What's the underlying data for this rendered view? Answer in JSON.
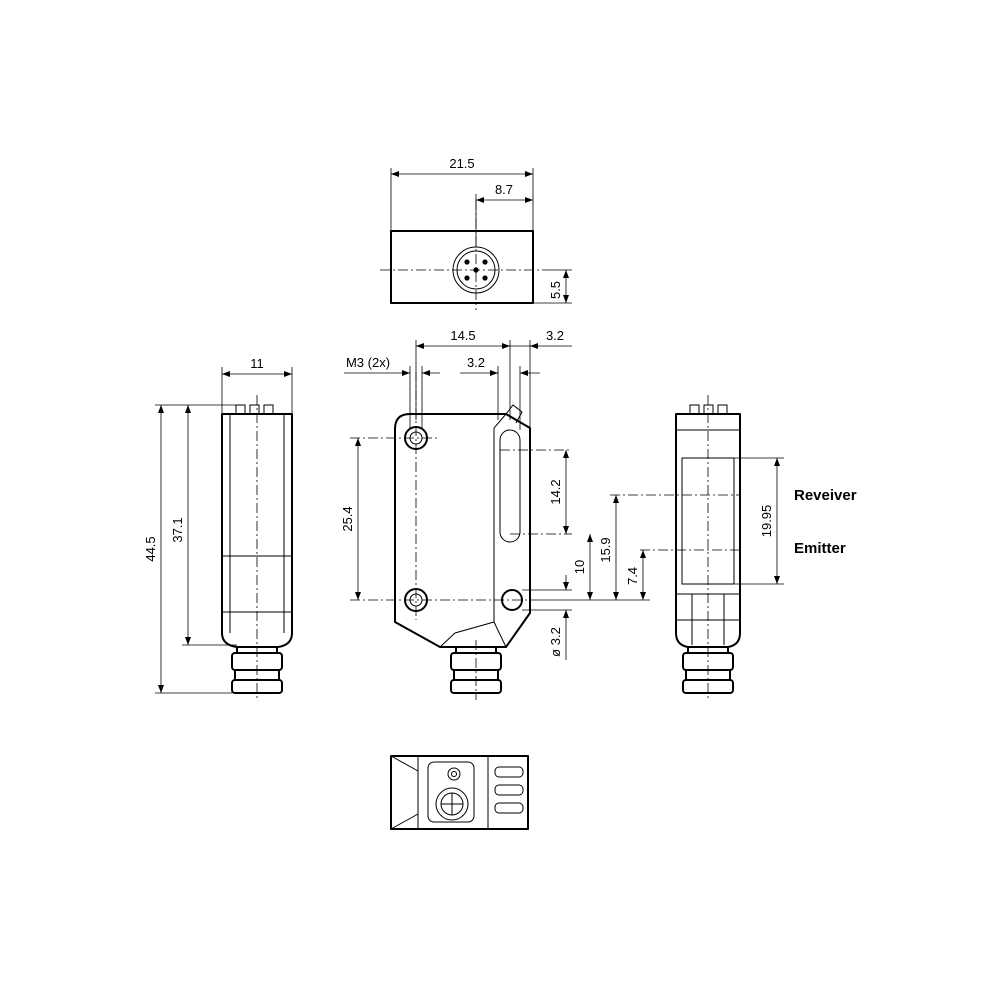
{
  "dimensions": {
    "top_width": "21.5",
    "top_offset": "8.7",
    "top_height": "5.5",
    "side_width": "11",
    "total_height": "44.5",
    "body_height": "37.1",
    "thread": "M3 (2x)",
    "front_width": "14.5",
    "lens_offset": "3.2",
    "lens_width": "3.2",
    "hole_spacing": "25.4",
    "slot_length": "14.2",
    "hole_to_slot": "10",
    "hole_diameter": "ø 3.2",
    "receiver_height": "15.9",
    "emitter_height": "7.4",
    "window_height": "19.95"
  },
  "labels": {
    "receiver": "Reveiver",
    "emitter": "Emitter"
  }
}
